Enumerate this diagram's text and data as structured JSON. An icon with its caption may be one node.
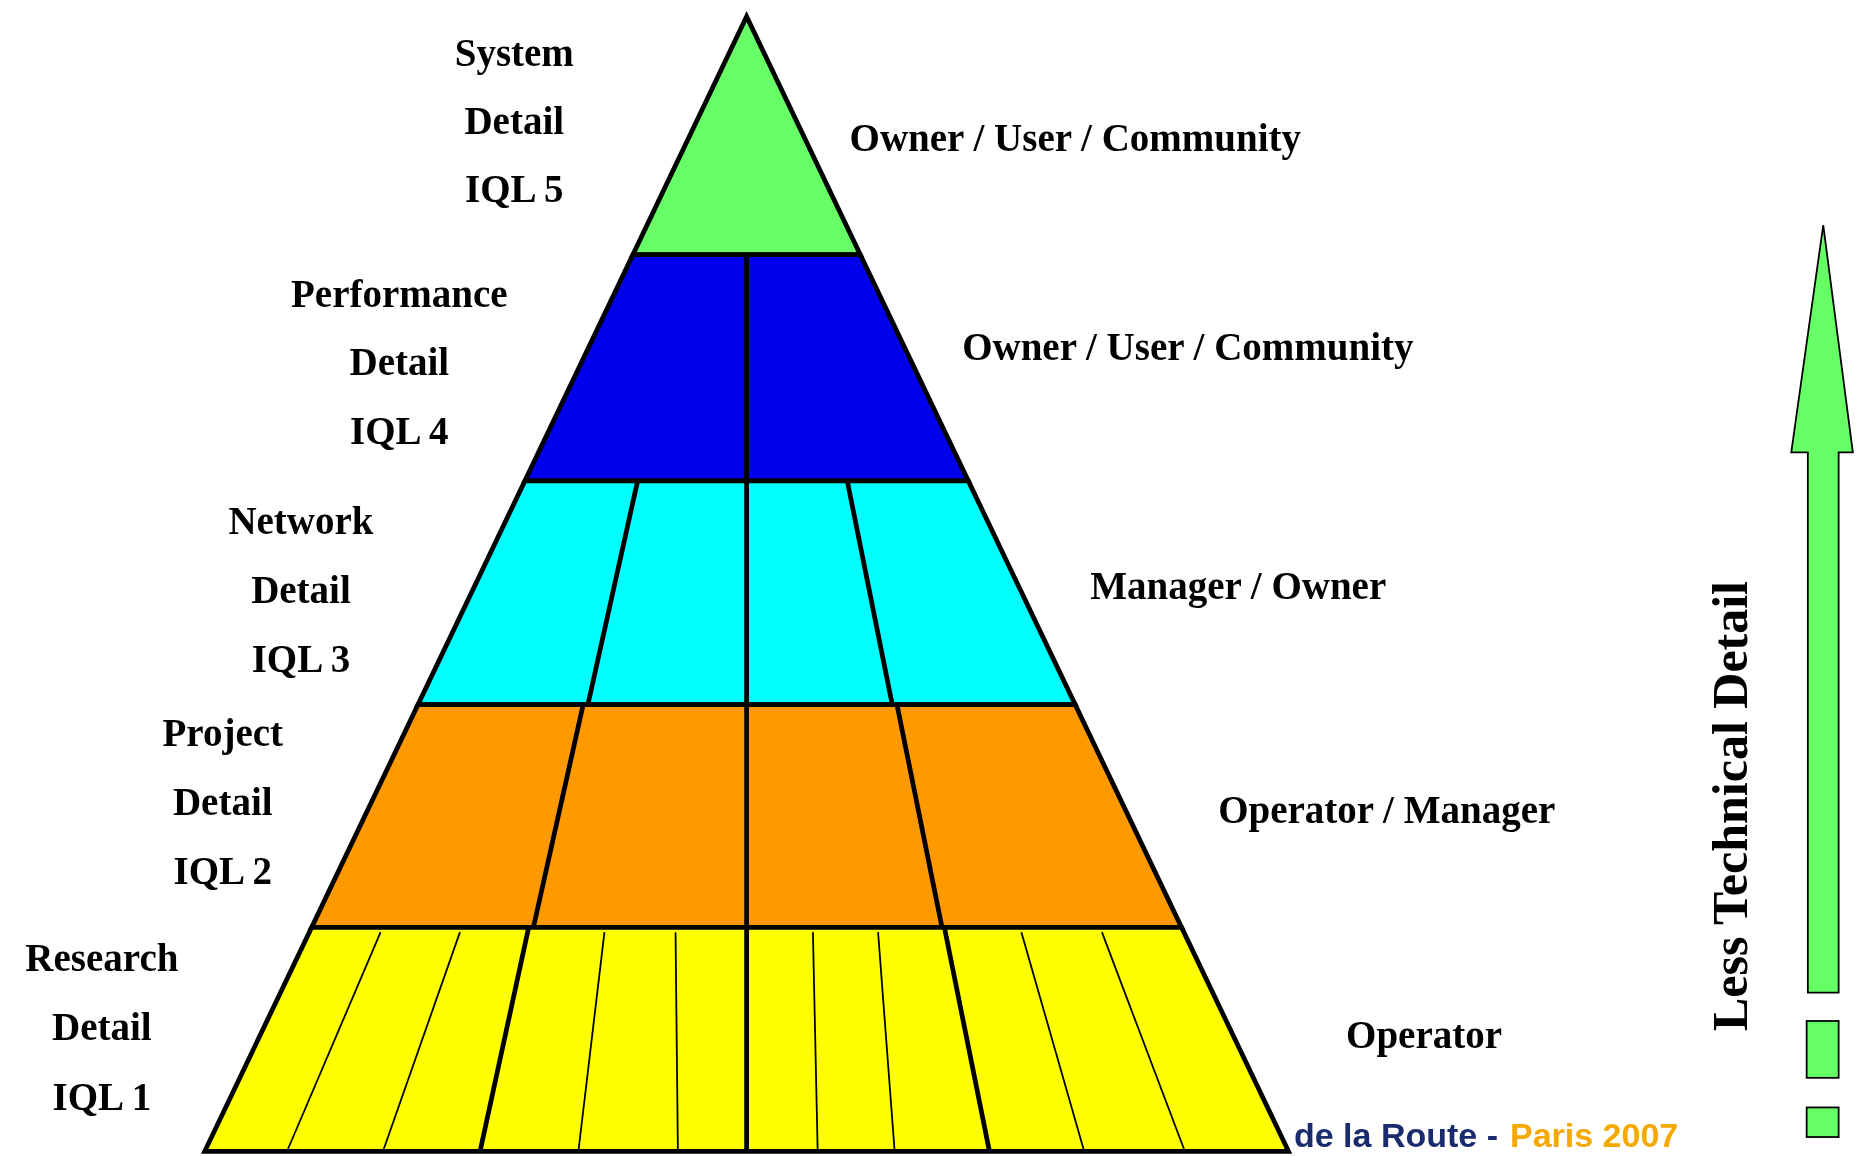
{
  "diagram": {
    "labels": [
      "System",
      "Detail",
      "IQL 5",
      "Owner / User / Community",
      "Performance",
      "Detail",
      "IQL 4",
      "Owner / User / Community",
      "Network",
      "Detail",
      "IQL 3",
      "Manager / Owner",
      "Project",
      "Detail",
      "IQL 2",
      "Operator / Manager",
      "Research",
      "Detail",
      "IQL 1",
      "Operator",
      "Less Technical Detail",
      "de la Route -",
      "Paris 2007"
    ]
  }
}
